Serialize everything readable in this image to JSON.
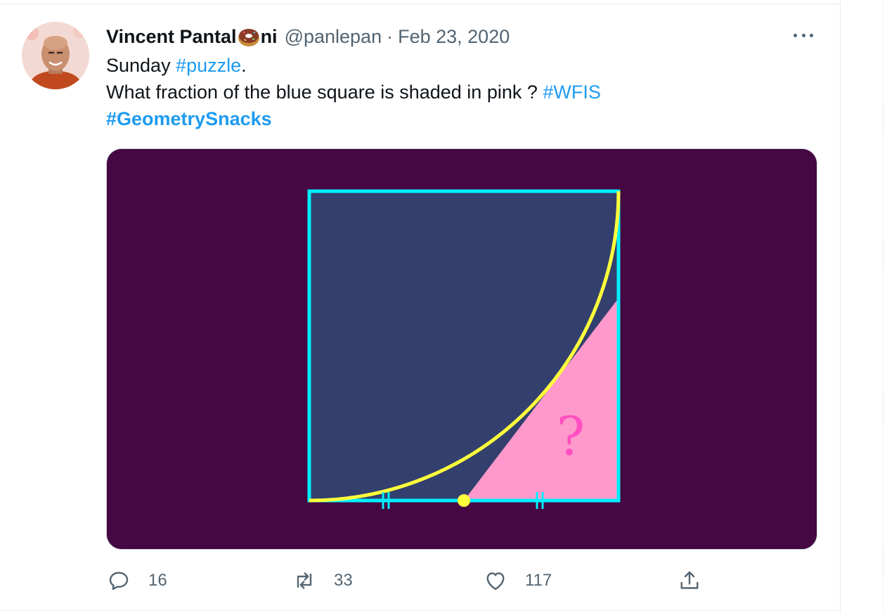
{
  "tweet": {
    "author": {
      "name_part1": "Vincent Pantal",
      "name_emoji": "donut-emoji",
      "name_part2": "ni",
      "handle": "@panlepan",
      "separator": "·",
      "date": "Feb 23, 2020"
    },
    "text": {
      "line1_plain": "Sunday ",
      "line1_tag": "#puzzle",
      "line1_end": ".",
      "line2_plain": "What fraction of the blue square is shaded in pink  ? ",
      "line2_tag": "#WFIS",
      "line3_tag": "#GeometrySnacks"
    },
    "media": {
      "question_mark": "?",
      "colors": {
        "background": "#450842",
        "square_fill": "#33406d",
        "square_stroke": "#00f0ff",
        "arc": "#ffff3c",
        "pink": "#ff99cc",
        "question": "#ff4fc0"
      }
    },
    "actions": {
      "reply": {
        "icon": "reply-icon",
        "count": "16"
      },
      "retweet": {
        "icon": "retweet-icon",
        "count": "33"
      },
      "like": {
        "icon": "heart-icon",
        "count": "117"
      },
      "share": {
        "icon": "share-icon"
      }
    },
    "menu": {
      "icon": "more-options-icon"
    }
  }
}
